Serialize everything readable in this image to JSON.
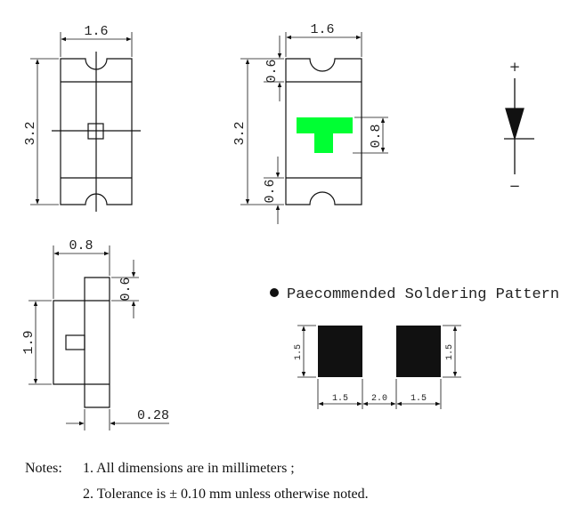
{
  "top_view": {
    "width_label": "1.6",
    "length_label": "3.2"
  },
  "led_top_view": {
    "width_label": "1.6",
    "length_label": "3.2",
    "notch_top_label": "0.6",
    "notch_bottom_label": "0.6",
    "mark_label": "0.8",
    "mark_color": "#00ff33"
  },
  "diode_symbol": {
    "plus_label": "+",
    "minus_label": "−"
  },
  "side_view": {
    "width_label": "0.8",
    "height_label": "1.9",
    "notch_label": "0.6",
    "lead_label": "0.28"
  },
  "soldering": {
    "title": "Paecommended Soldering Pattern",
    "pad_height_label": "1.5",
    "pad_width_label": "1.5",
    "gap_label": "2.0"
  },
  "notes": {
    "label": "Notes:",
    "items": [
      "1. All dimensions are in millimeters ;",
      "2. Tolerance is ± 0.10 mm unless otherwise noted."
    ]
  }
}
